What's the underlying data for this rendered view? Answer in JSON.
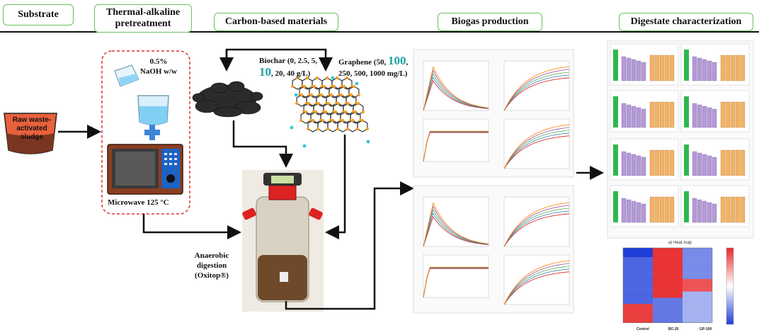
{
  "headers": {
    "substrate": "Substrate",
    "pretreatment": "Thermal-alkaline pretreatment",
    "carbon": "Carbon-based materials",
    "biogas": "Biogas production",
    "digestate": "Digestate characterization"
  },
  "substrate": {
    "label": "Raw waste-activated sludge"
  },
  "pretreatment": {
    "naoh": "0.5% NaOH w/w",
    "microwave": "Microwave  125 °C"
  },
  "biochar": {
    "prefix": "Biochar (0, 2.5, 5,",
    "highlight": "10",
    "suffix": ", 20, 40 g/L)"
  },
  "graphene": {
    "prefix": "Graphene (50, ",
    "highlight": "100",
    "suffix": ", 250, 500, 1000 mg/L)"
  },
  "digestion": {
    "label": "Anaerobic digestion (Oxitop®)"
  },
  "heatmap": {
    "title": "a) Heat map",
    "columns": [
      "Control",
      "BC-20",
      "GP-100"
    ]
  },
  "colors": {
    "accent_teal": "#1aa0a0",
    "header_border": "#6abf5e",
    "box_dashed": "#e03030",
    "sludge": "#e8603c"
  }
}
